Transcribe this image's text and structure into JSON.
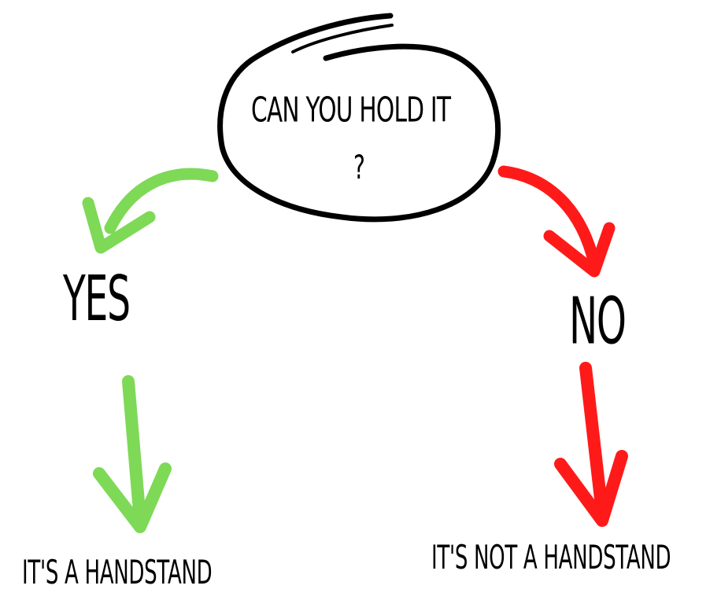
{
  "question": {
    "line1": "CAN YOU HOLD IT",
    "line2": "?"
  },
  "branches": {
    "yes": {
      "label": "YES",
      "result": "IT'S  A HANDSTAND",
      "color": "#7ed957"
    },
    "no": {
      "label": "NO",
      "result": "IT'S NOT A HANDSTAND",
      "color": "#ff1a1a"
    }
  },
  "icons": {
    "curved_yes_arrow": "curved-arrow-down-left-icon",
    "straight_yes_arrow": "arrow-down-icon",
    "curved_no_arrow": "curved-arrow-down-right-icon",
    "straight_no_arrow": "arrow-down-icon"
  }
}
